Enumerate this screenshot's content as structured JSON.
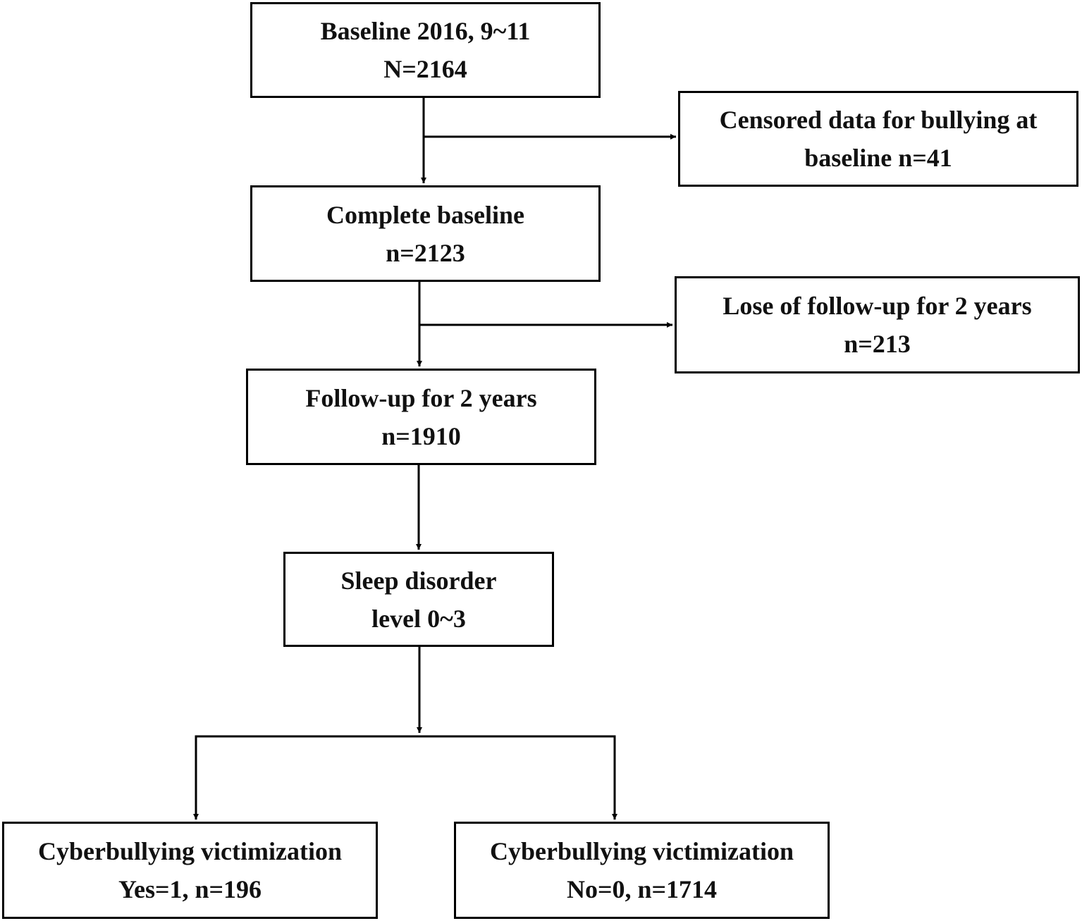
{
  "diagram": {
    "nodes": [
      {
        "id": "baseline",
        "line1": "Baseline 2016, 9~11",
        "line2": "N=2164"
      },
      {
        "id": "censored",
        "line1": "Censored data for bullying at",
        "line2": "baseline n=41"
      },
      {
        "id": "complete",
        "line1": "Complete baseline",
        "line2": "n=2123"
      },
      {
        "id": "lost",
        "line1": "Lose of follow-up for 2 years",
        "line2": "n=213"
      },
      {
        "id": "followup",
        "line1": "Follow-up for 2 years",
        "line2": "n=1910"
      },
      {
        "id": "sleep",
        "line1": "Sleep disorder",
        "line2": "level 0~3"
      },
      {
        "id": "yes",
        "line1": "Cyberbullying victimization",
        "line2": "Yes=1, n=196"
      },
      {
        "id": "no",
        "line1": "Cyberbullying victimization",
        "line2": "No=0, n=1714"
      }
    ],
    "edges": [
      {
        "from": "baseline",
        "to": "complete"
      },
      {
        "from": "baseline",
        "to": "censored"
      },
      {
        "from": "complete",
        "to": "followup"
      },
      {
        "from": "complete",
        "to": "lost"
      },
      {
        "from": "followup",
        "to": "sleep"
      },
      {
        "from": "sleep",
        "to": "yes"
      },
      {
        "from": "sleep",
        "to": "no"
      }
    ]
  }
}
